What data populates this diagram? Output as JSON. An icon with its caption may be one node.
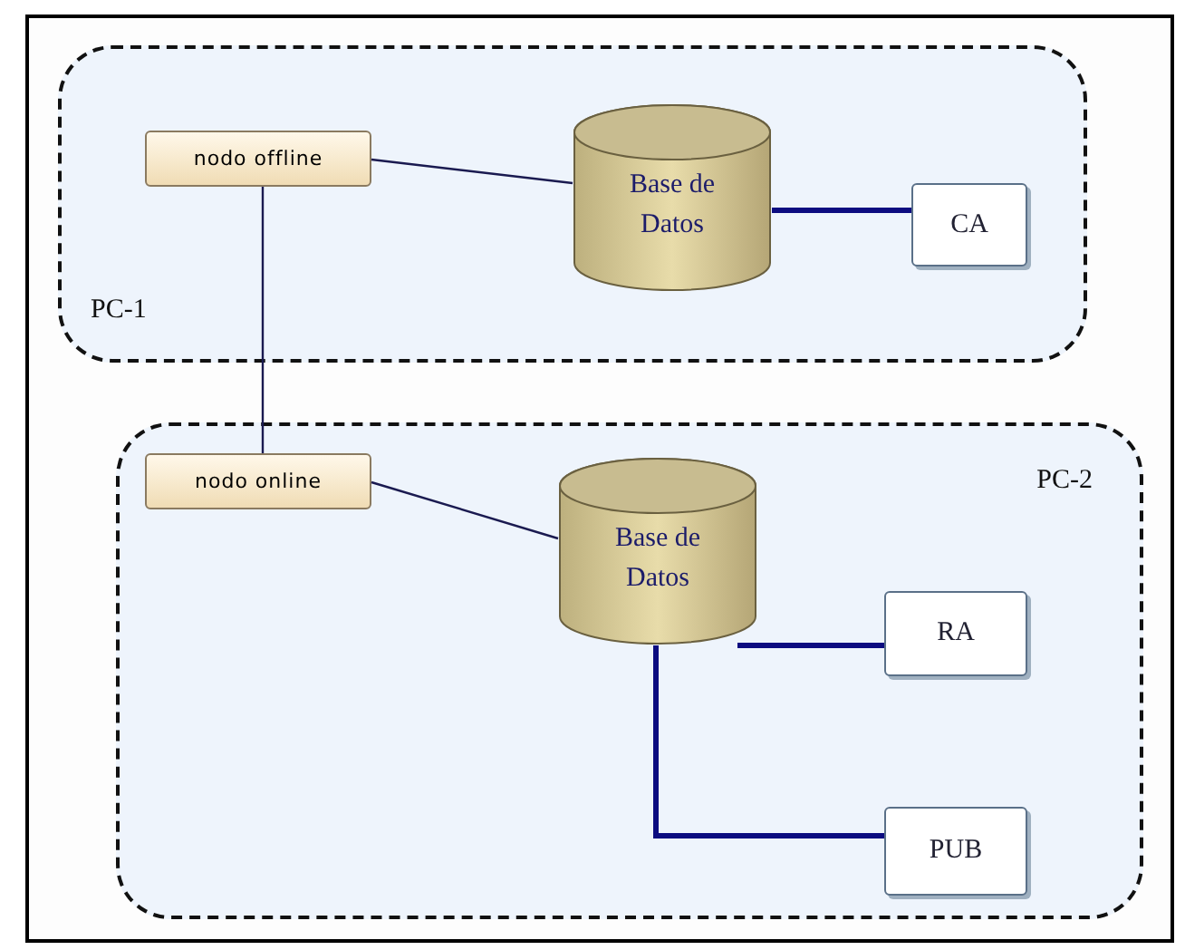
{
  "diagram": {
    "nodes": [
      {
        "text": [
          "PC-1"
        ]
      },
      {
        "text": [
          "nodo offline"
        ],
        "in": 0
      },
      {
        "text": [
          "Base de Datos"
        ],
        "in": 0
      },
      {
        "text": [
          "CA"
        ],
        "in": 0
      },
      {
        "text": [
          "PC-2"
        ]
      },
      {
        "text": [
          "nodo online"
        ],
        "in": 4
      },
      {
        "text": [
          "Base de Datos"
        ],
        "in": 4
      },
      {
        "text": [
          "RA"
        ],
        "in": 4
      },
      {
        "text": [
          "PUB"
        ],
        "in": 4
      }
    ],
    "edges": [
      {
        "from": 1,
        "to": 2,
        "arrow": "none"
      },
      {
        "from": 2,
        "to": 3,
        "arrow": "none",
        "style": "thick"
      },
      {
        "from": 1,
        "to": 5,
        "arrow": "none"
      },
      {
        "from": 5,
        "to": 6,
        "arrow": "none"
      },
      {
        "from": 6,
        "to": 7,
        "arrow": "none",
        "style": "thick"
      },
      {
        "from": 6,
        "to": 8,
        "arrow": "none",
        "style": "thick"
      }
    ]
  }
}
